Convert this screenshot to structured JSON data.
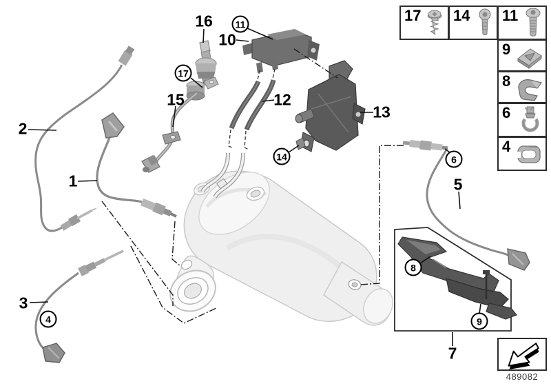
{
  "figure": {
    "number": "489082"
  },
  "callouts": {
    "plain": [
      {
        "id": "2",
        "label": "2"
      },
      {
        "id": "1",
        "label": "1"
      },
      {
        "id": "3",
        "label": "3"
      },
      {
        "id": "16",
        "label": "16"
      },
      {
        "id": "10",
        "label": "10"
      },
      {
        "id": "15",
        "label": "15"
      },
      {
        "id": "12",
        "label": "12"
      },
      {
        "id": "13",
        "label": "13"
      },
      {
        "id": "5",
        "label": "5"
      },
      {
        "id": "7",
        "label": "7"
      }
    ],
    "circled": [
      {
        "id": "11",
        "label": "11"
      },
      {
        "id": "17",
        "label": "17"
      },
      {
        "id": "14",
        "label": "14"
      },
      {
        "id": "4",
        "label": "4"
      },
      {
        "id": "6",
        "label": "6"
      },
      {
        "id": "8",
        "label": "8"
      },
      {
        "id": "9",
        "label": "9"
      }
    ]
  },
  "legend": {
    "items": [
      {
        "label": "17",
        "icon": "tapping-screw-icon"
      },
      {
        "label": "14",
        "icon": "button-screw-icon"
      },
      {
        "label": "11",
        "icon": "machine-screw-icon"
      },
      {
        "label": "9",
        "icon": "clip-nut-icon"
      },
      {
        "label": "8",
        "icon": "spring-clip-icon"
      },
      {
        "label": "6",
        "icon": "cable-clamp-icon"
      },
      {
        "label": "4",
        "icon": "cable-clip-icon"
      }
    ]
  },
  "stamp": {
    "icon": "direction-arrow-icon"
  }
}
